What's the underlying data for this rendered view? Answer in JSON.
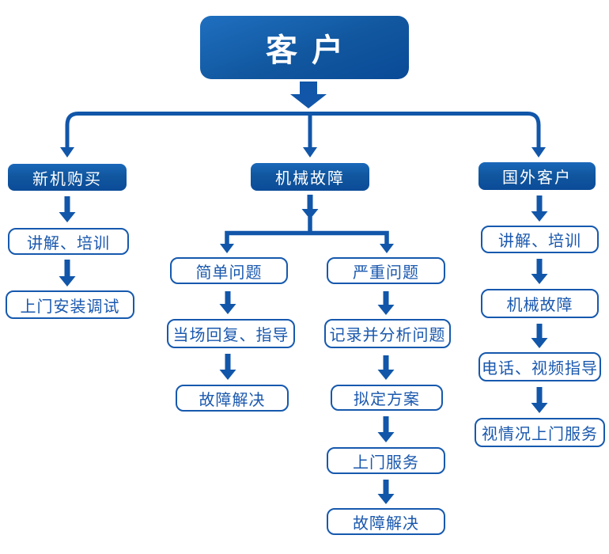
{
  "diagram": {
    "root": "客户",
    "branches": [
      {
        "header": "新机购买",
        "steps": [
          "讲解、培训",
          "上门安装调试"
        ]
      },
      {
        "header": "机械故障",
        "sub_branches": [
          {
            "header": "简单问题",
            "steps": [
              "当场回复、指导",
              "故障解决"
            ]
          },
          {
            "header": "严重问题",
            "steps": [
              "记录并分析问题",
              "拟定方案",
              "上门服务",
              "故障解决"
            ]
          }
        ]
      },
      {
        "header": "国外客户",
        "steps": [
          "讲解、培训",
          "机械故障",
          "电话、视频指导",
          "视情况上门服务"
        ]
      }
    ]
  },
  "palette": {
    "accent": "#1156a9",
    "node_fill_top": "#1a68ba",
    "node_fill_bottom": "#0b4b98",
    "outline_border": "#1659ae",
    "outline_text": "#1a58ae",
    "background": "#ffffff"
  }
}
